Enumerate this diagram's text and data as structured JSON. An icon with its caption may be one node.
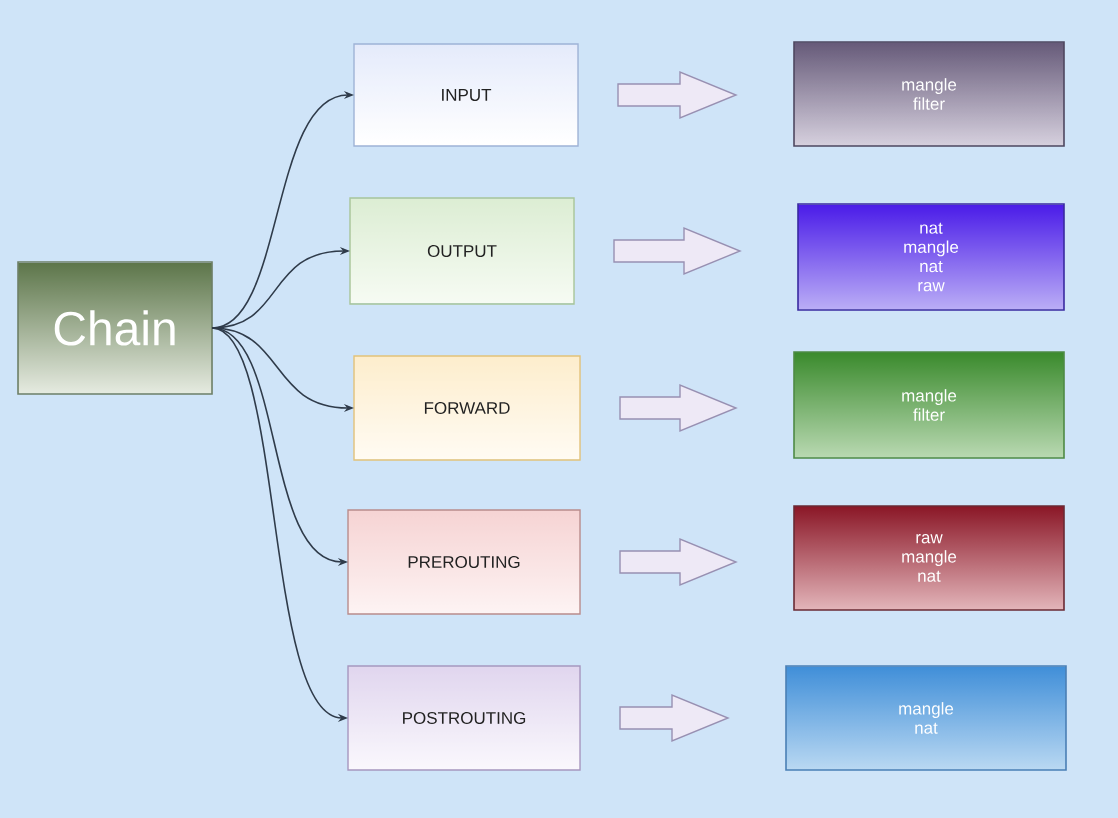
{
  "diagram": {
    "nodes": [
      {
        "text": [
          "Chain"
        ]
      },
      {
        "text": [
          "INPUT"
        ]
      },
      {
        "text": [
          "OUTPUT"
        ]
      },
      {
        "text": [
          "FORWARD"
        ]
      },
      {
        "text": [
          "PREROUTING"
        ]
      },
      {
        "text": [
          "POSTROUTING"
        ]
      },
      {
        "text": [
          "mangle",
          "filter"
        ]
      },
      {
        "text": [
          "nat",
          "mangle",
          "nat",
          "raw"
        ]
      },
      {
        "text": [
          "mangle",
          "filter"
        ]
      },
      {
        "text": [
          "raw",
          "mangle",
          "nat"
        ]
      },
      {
        "text": [
          "mangle",
          "nat"
        ]
      }
    ],
    "edges": [
      {
        "from": 0,
        "to": 1,
        "arrow": "to"
      },
      {
        "from": 0,
        "to": 2,
        "arrow": "to"
      },
      {
        "from": 0,
        "to": 3,
        "arrow": "to"
      },
      {
        "from": 0,
        "to": 4,
        "arrow": "to"
      },
      {
        "from": 0,
        "to": 5,
        "arrow": "to"
      },
      {
        "from": 1,
        "to": 6,
        "arrow": "to"
      },
      {
        "from": 2,
        "to": 7,
        "arrow": "to"
      },
      {
        "from": 3,
        "to": 8,
        "arrow": "to"
      },
      {
        "from": 4,
        "to": 9,
        "arrow": "to"
      },
      {
        "from": 5,
        "to": 10,
        "arrow": "to"
      }
    ]
  }
}
